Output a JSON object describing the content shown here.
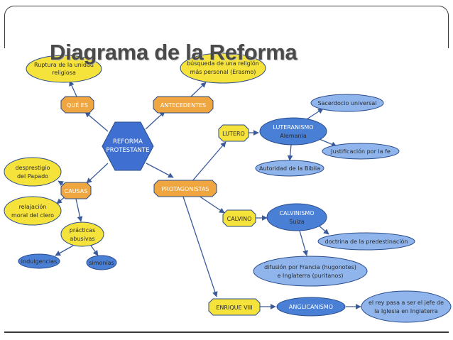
{
  "title": "Diagrama de la Reforma",
  "nodes": {
    "reforma": [
      "REFORMA",
      "PROTESTANTE"
    ],
    "que_es": "QUÉ ES",
    "ruptura": [
      "Ruptura de la unidad",
      "religiosa"
    ],
    "antecedentes": "ANTECEDENTES",
    "busqueda": [
      "búsqueda de una religión",
      "más personal (Erasmo)"
    ],
    "causas": "CAUSAS",
    "desprestigio": [
      "desprestigio",
      "del Papado"
    ],
    "relajacion": [
      "relajación",
      "moral del clero"
    ],
    "practicas": [
      "prácticas",
      "abusivas"
    ],
    "indulgencias": "indulgencias",
    "simonias": "simonías",
    "protagonistas": "PROTAGONISTAS",
    "lutero": "LUTERO",
    "luteranismo": [
      "LUTERANISMO",
      "Alemania"
    ],
    "sacerdocio": "Sacerdocio universal",
    "justificacion": "Justificación por la fe",
    "autoridad": "Autoridad de la Biblia",
    "calvino": "CALVINO",
    "calvinismo": [
      "CALVINISMO",
      "Suiza"
    ],
    "predestinacion": "doctrina de la predestinación",
    "difusion": [
      "difusión por Francia (hugonotes)",
      "e Inglaterra (puritanos)"
    ],
    "enrique": "ENRIQUE VIII",
    "anglicanismo": "ANGLICANISMO",
    "rey": [
      "el rey pasa a ser el jefe de",
      "la Iglesia en Inglaterra"
    ]
  },
  "colors": {
    "yellow": "#f5e23a",
    "orange": "#f0a640",
    "blue_dark": "#4a7fd6",
    "blue_light": "#8fb5ec",
    "hexagon": "#3f6fd0",
    "border": "#2a4c8c"
  }
}
